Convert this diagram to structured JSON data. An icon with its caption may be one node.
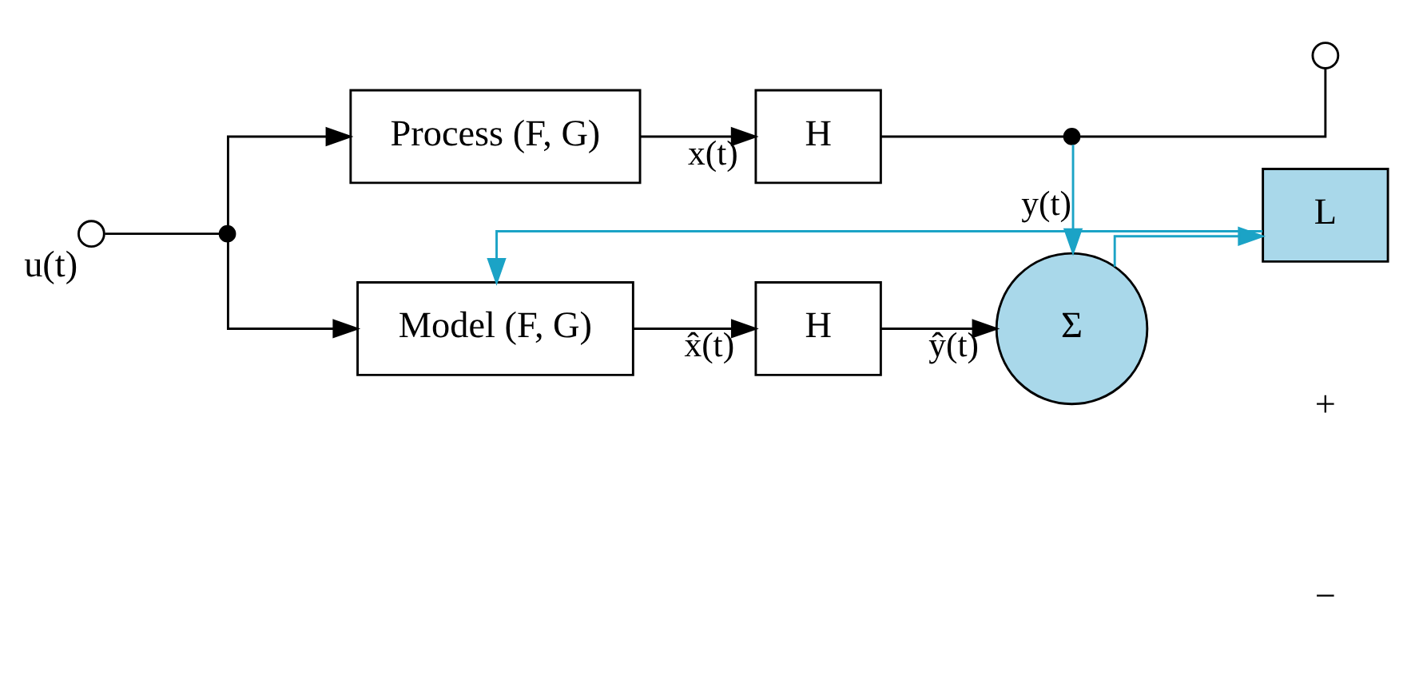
{
  "diagram": {
    "nodes": [
      {
        "text": [],
        "shape": "circle",
        "beside": [
          "u(t)"
        ]
      },
      {
        "text": [],
        "shape": "point"
      },
      {
        "text": [
          "Process (F, G)"
        ]
      },
      {
        "text": [
          "H"
        ]
      },
      {
        "text": [],
        "shape": "point"
      },
      {
        "text": [],
        "shape": "circle"
      },
      {
        "text": [
          "Model (F, G)"
        ]
      },
      {
        "text": [
          "H"
        ]
      },
      {
        "text": [
          "Σ"
        ]
      },
      {
        "text": [
          "L"
        ]
      }
    ],
    "edges": [
      {
        "from": 0,
        "to": 1,
        "arrow": "none"
      },
      {
        "from": 1,
        "to": 2,
        "arrow": "to"
      },
      {
        "from": 2,
        "to": 3,
        "arrow": "to",
        "label": "x(t)"
      },
      {
        "from": 3,
        "to": 4,
        "arrow": "none"
      },
      {
        "from": 4,
        "to": 5,
        "arrow": "none"
      },
      {
        "from": 4,
        "to": 8,
        "arrow": "to",
        "label": "y(t)",
        "color": "#1ba3c6"
      },
      {
        "from": 1,
        "to": 6,
        "arrow": "to"
      },
      {
        "from": 6,
        "to": 7,
        "arrow": "to",
        "label": "x̂(t)"
      },
      {
        "from": 7,
        "to": 8,
        "arrow": "to",
        "label": "ŷ(t)"
      },
      {
        "from": 8,
        "to": 9,
        "arrow": "to",
        "color": "#1ba3c6"
      },
      {
        "from": 9,
        "to": 6,
        "arrow": "to",
        "color": "#1ba3c6"
      }
    ],
    "labels": [
      "+",
      "−"
    ]
  }
}
